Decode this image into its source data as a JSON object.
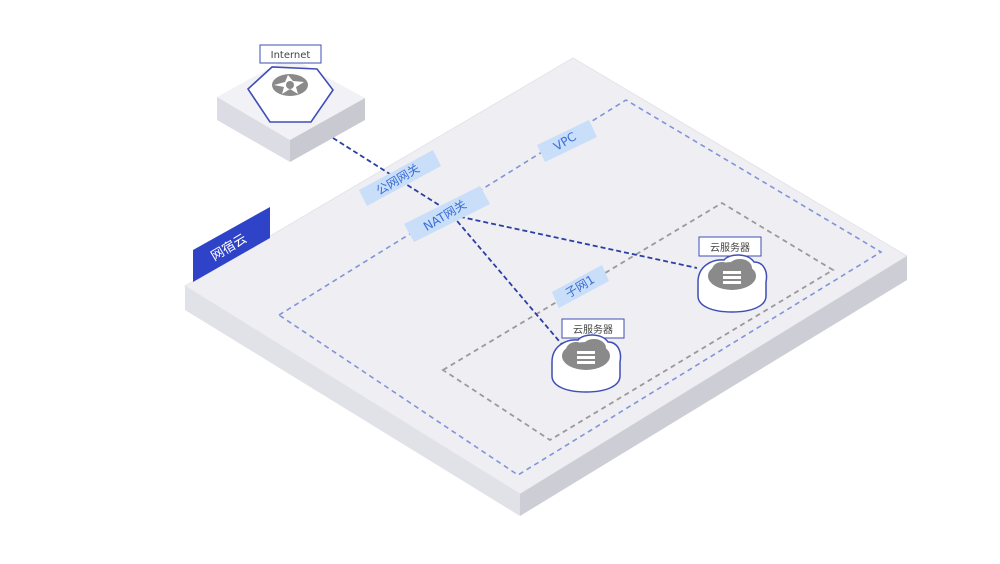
{
  "diagram": {
    "brand_label": "网宿云",
    "vpc_label": "VPC",
    "public_gateway_label": "公网网关",
    "nat_gateway_label": "NAT网关",
    "subnet_label": "子网1",
    "internet_label": "Internet",
    "server_1_label": "云服务器",
    "server_2_label": "云服务器"
  },
  "colors": {
    "platform_top": "#eeeef3",
    "platform_left": "#e1e1e8",
    "platform_right": "#cdcdd6",
    "vpc_border": "#8294d8",
    "subnet_border": "#9a9a9a",
    "connection": "#2a3fa3",
    "label_fill": "#c9def8",
    "label_text": "#3b6ed6",
    "brand_fill": "#2f43c9",
    "icon_gray": "#8a8a8a",
    "icon_outline": "#3f4fb6"
  },
  "icons": {
    "internet": "globe-icon",
    "server": "cloud-server-icon"
  }
}
